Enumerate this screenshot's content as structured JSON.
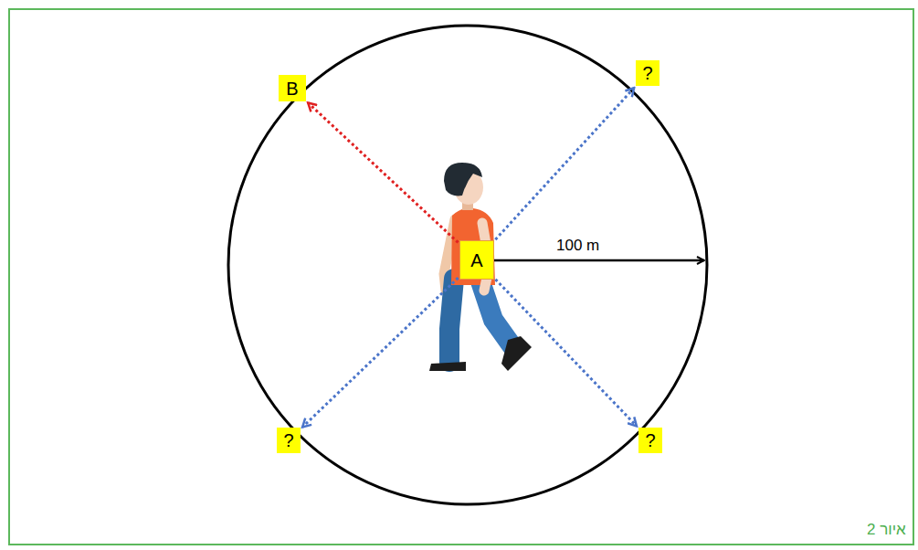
{
  "diagram": {
    "caption": "איור 2",
    "nodes": [
      {
        "text": [
          "B"
        ]
      },
      {
        "text": [
          "?"
        ]
      },
      {
        "text": [
          "A"
        ]
      },
      {
        "text": [
          "?"
        ]
      },
      {
        "text": [
          "?"
        ]
      }
    ],
    "edges": [
      {
        "from": 2,
        "to": 0,
        "arrow": "to"
      },
      {
        "from": 2,
        "to": 1,
        "arrow": "to"
      },
      {
        "from": 2,
        "to": 3,
        "arrow": "to"
      },
      {
        "from": 2,
        "to": 4,
        "arrow": "to"
      }
    ],
    "labels": [
      "100 m"
    ]
  }
}
